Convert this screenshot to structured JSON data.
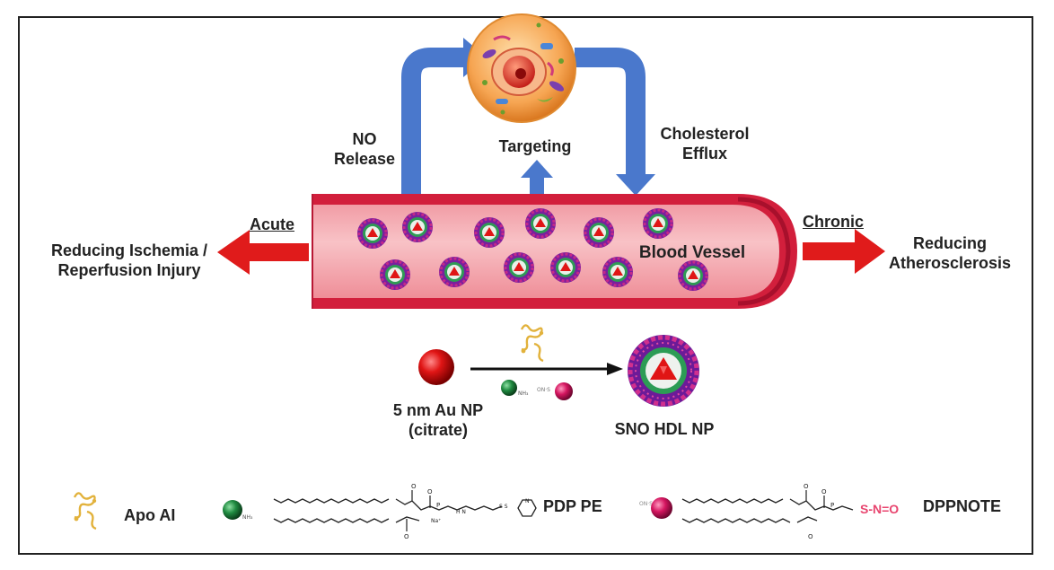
{
  "labels": {
    "no_release_line1": "NO",
    "no_release_line2": "Release",
    "targeting": "Targeting",
    "cholesterol_line1": "Cholesterol",
    "cholesterol_line2": "Efflux",
    "acute": "Acute",
    "chronic": "Chronic",
    "reducing_ischemia_line1": "Reducing Ischemia /",
    "reducing_ischemia_line2": "Reperfusion Injury",
    "reducing_athero_line1": "Reducing",
    "reducing_athero_line2": "Atherosclerosis",
    "blood_vessel": "Blood Vessel",
    "au_np_line1": "5 nm Au NP",
    "au_np_line2": "(citrate)",
    "sno_hdl_np": "SNO HDL NP"
  },
  "legend": {
    "apo": "Apo AI",
    "pdp_pe": "PDP PE",
    "dppnote": "DPPNOTE",
    "sno_group": "S-N=O"
  },
  "colors": {
    "arrow_blue": "#4a78cc",
    "arrow_red": "#e01b1b",
    "vessel_wall": "#d21f3c",
    "vessel_lumen": "#f6b3b8",
    "gold": "#e2b23c",
    "green": "#1e7d3a",
    "pink": "#d41a66"
  }
}
